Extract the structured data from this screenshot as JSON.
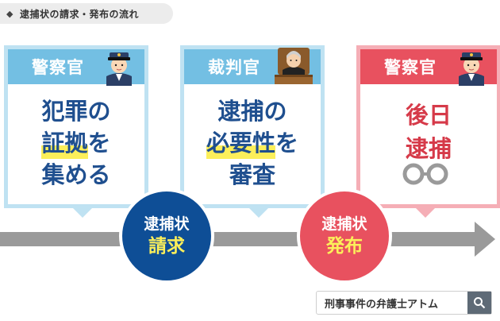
{
  "title": "◆ 逮捕状の請求・発布の流れ",
  "title_text": "逮捕状の請求・発布の流れ",
  "cards": [
    {
      "header": "警察官",
      "lines": [
        "犯罪の",
        "証拠を",
        "集める"
      ],
      "highlight": "証拠",
      "icon": "police-officer-icon"
    },
    {
      "header": "裁判官",
      "lines": [
        "逮捕の",
        "必要性を",
        "審査"
      ],
      "highlight": "必要性",
      "icon": "judge-icon"
    },
    {
      "header": "警察官",
      "lines": [
        "後日",
        "逮捕"
      ],
      "icon": "police-officer-icon",
      "extra_icon": "handcuffs-icon"
    }
  ],
  "steps": [
    {
      "line1": "逮捕状",
      "line2": "請求",
      "color": "#0e4e96"
    },
    {
      "line1": "逮捕状",
      "line2": "発布",
      "color": "#e8515f"
    }
  ],
  "brand": {
    "label": "刑事事件の弁護士アトム",
    "icon": "search-icon"
  },
  "colors": {
    "blue_header": "#73bfe3",
    "red_header": "#e8515f",
    "text_blue": "#1f4f8f",
    "text_red": "#d63a49",
    "highlight": "#fcef5a",
    "arrow": "#9a9a9a"
  }
}
